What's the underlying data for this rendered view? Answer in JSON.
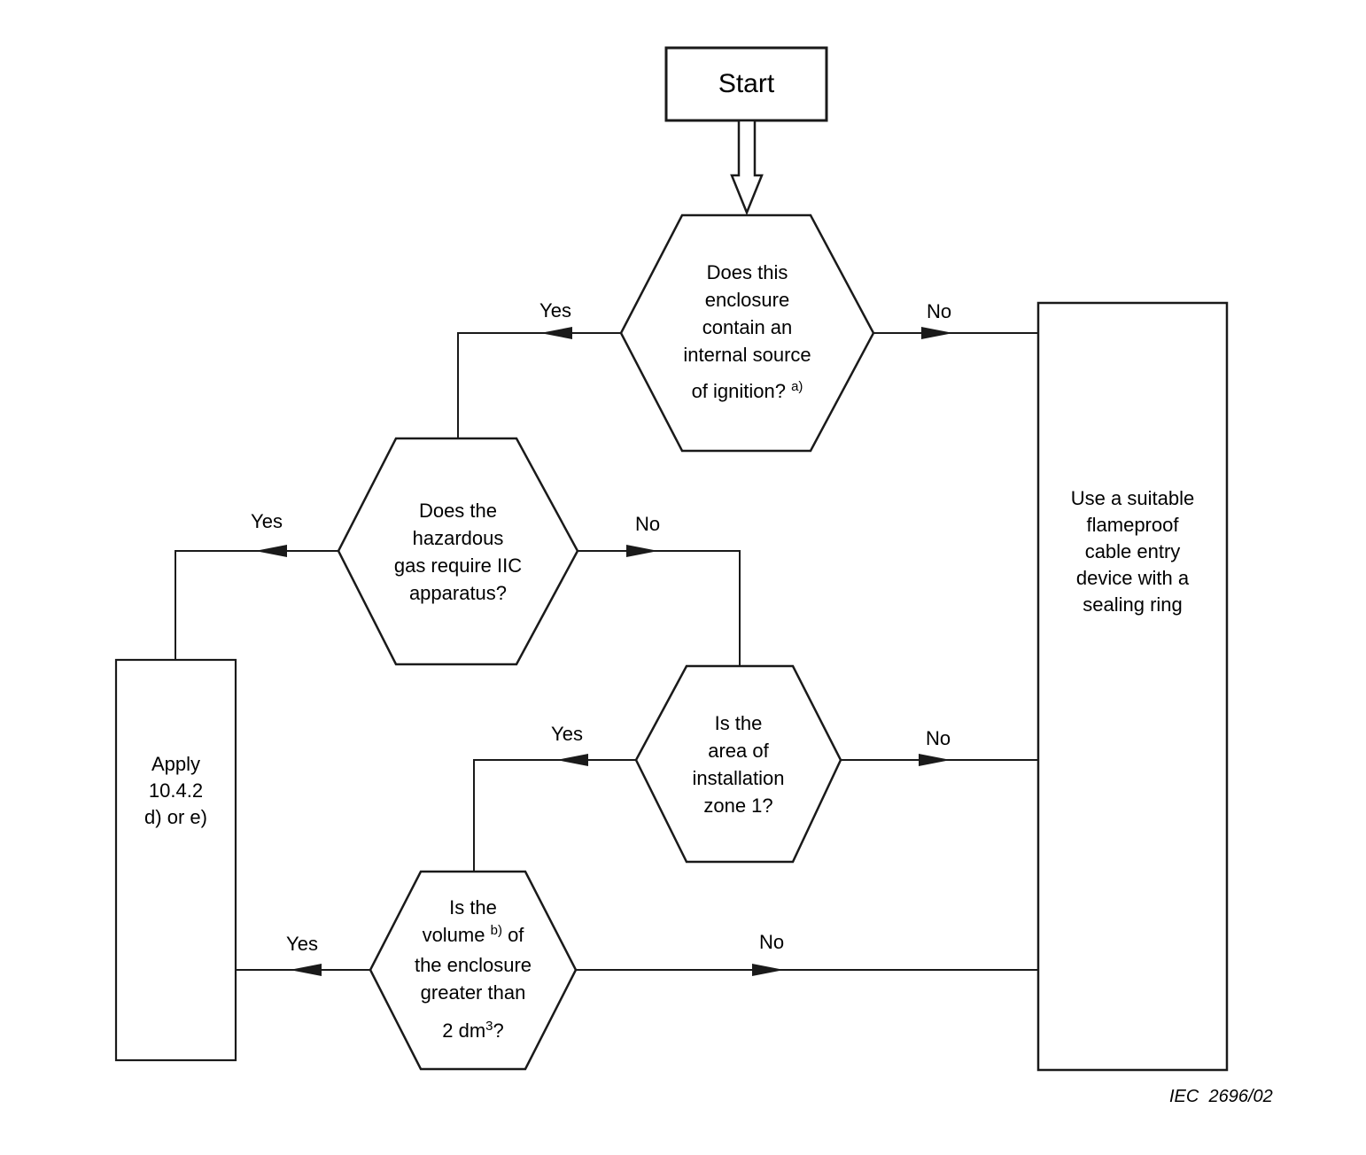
{
  "diagram": {
    "start": {
      "label": "Start"
    },
    "questions": {
      "ignition": {
        "body": "Does this\nenclosure\ncontain an\ninternal source",
        "tail": "of ignition? ",
        "tail_sup": "a)"
      },
      "iic": {
        "body": "Does the\nhazardous\ngas require IIC\napparatus?"
      },
      "zone1": {
        "body": "Is the\narea of\ninstallation\nzone 1?"
      },
      "volume": {
        "line1": "Is the",
        "line2_pre": "volume ",
        "line2_sup": "b)",
        "line2_post": " of",
        "body": "the enclosure\ngreater than",
        "line5_pre": "2 dm",
        "line5_sup": "3",
        "line5_post": "?"
      }
    },
    "actions": {
      "apply": {
        "body": "Apply\n10.4.2\nd) or e)"
      },
      "flameproof": {
        "body": "Use a suitable\nflameproof\ncable entry\ndevice with a\nsealing ring"
      }
    },
    "edge_labels": {
      "ignition_yes": "Yes",
      "ignition_no": "No",
      "iic_yes": "Yes",
      "iic_no": "No",
      "zone1_yes": "Yes",
      "zone1_no": "No",
      "volume_yes": "Yes",
      "volume_no": "No"
    },
    "footer": {
      "figure_ref": "IEC  2696/02"
    },
    "colors": {
      "line": "#1a1a1a",
      "background": "#ffffff",
      "text": "#000000"
    }
  }
}
